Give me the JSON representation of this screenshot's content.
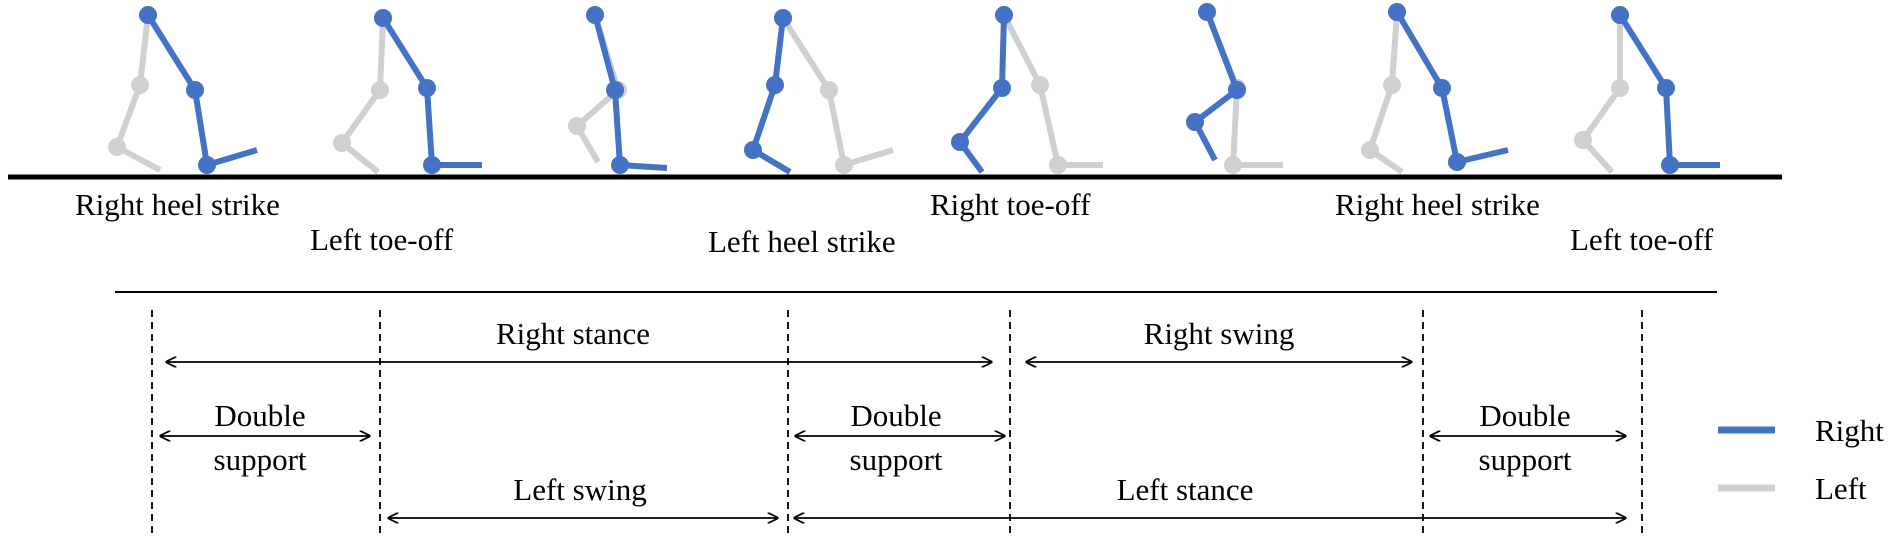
{
  "colors": {
    "right": "#4472C4",
    "left": "#D0D0D0",
    "line": "#000000"
  },
  "events": [
    "Right heel strike",
    "Left toe-off",
    "Left heel strike",
    "Right toe-off",
    "Right heel strike",
    "Left toe-off"
  ],
  "phases": {
    "right_stance": "Right stance",
    "right_swing": "Right swing",
    "double_support_line1": "Double",
    "double_support_line2": "support",
    "left_swing": "Left swing",
    "left_stance": "Left stance"
  },
  "legend": {
    "right": "Right",
    "left": "Left"
  }
}
